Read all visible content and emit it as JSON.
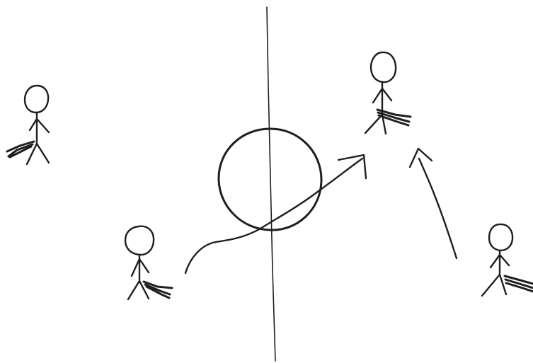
{
  "drawing": {
    "ink_color": "#1f1f1f",
    "background_color": "#ffffff",
    "elements": [
      "center-line",
      "center-circle",
      "stick-figure-with-stick",
      "stick-figure-with-stick",
      "stick-figure-with-stick",
      "stick-figure-with-stick",
      "pass-arrow",
      "pass-arrow"
    ]
  }
}
